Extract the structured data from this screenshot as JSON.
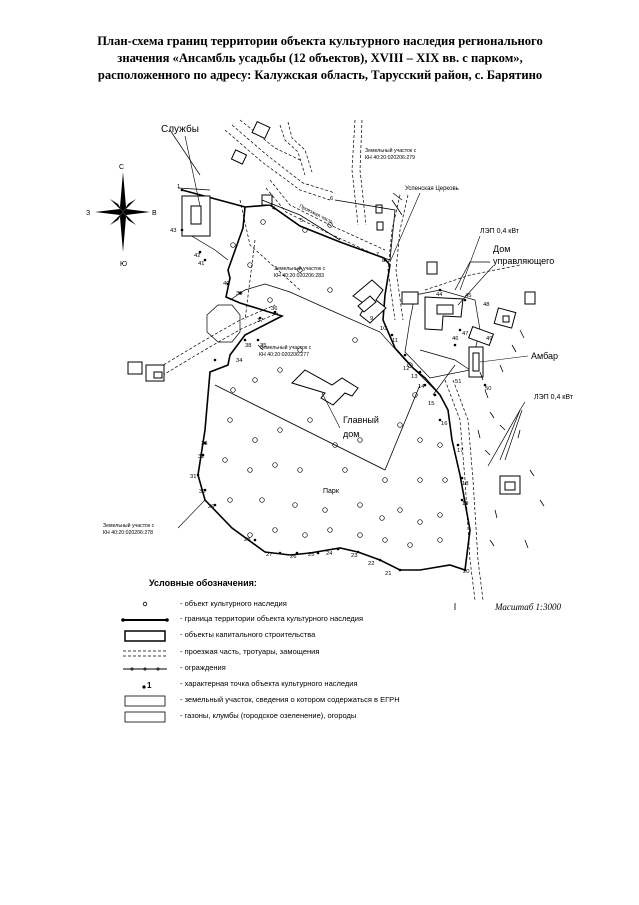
{
  "title_lines": [
    "План-схема границ территории объекта культурного наследия регионального",
    "значения «Ансамбль усадьбы (12 объектов), XVIII – XIX вв. с парком»,",
    "расположенного по адресу: Калужская область, Тарусский район, с. Барятино"
  ],
  "compass": {
    "north": "С",
    "south": "Ю",
    "west": "З",
    "east": "В"
  },
  "labels": {
    "sluzhby": "Службы",
    "plot_279_line1": "Земельный участок с",
    "plot_279_line2": "КН 40:20:020206:279",
    "church": "Успенская Церковь",
    "plot_283_line1": "Земельный участок с",
    "plot_283_line2": "КН 40:20:020206:283",
    "plot_277_line1": "Земельный участок с",
    "plot_277_line2": "КН 40:20:020206:277",
    "plot_278_line1": "Земельный участок с",
    "plot_278_line2": "КН 40:20:020206:278",
    "lep_top": "ЛЭП 0,4 кВт",
    "lep_right": "ЛЭП 0,4 кВт",
    "manager_house_line1": "Дом",
    "manager_house_line2": "управляющего",
    "ambar": "Амбар",
    "main_house_line1": "Главный",
    "main_house_line2": "дом",
    "park": "Парк",
    "road": "Проезжая часть"
  },
  "points": [
    "1",
    "43",
    "42",
    "41",
    "40",
    "39",
    "38",
    "37",
    "36",
    "35",
    "34",
    "33",
    "32",
    "31",
    "30",
    "29",
    "28",
    "27",
    "26",
    "25",
    "24",
    "23",
    "22",
    "21",
    "20",
    "19",
    "18",
    "17",
    "16",
    "15",
    "14",
    "13",
    "12",
    "11",
    "10",
    "9",
    "8",
    "7",
    "6",
    "5",
    "4",
    "3",
    "2",
    "44",
    "45",
    "46",
    "47",
    "48",
    "49",
    "50",
    "51"
  ],
  "legend": {
    "title": "Условные обозначения:",
    "items": [
      {
        "symbol": "object-point-icon",
        "text": "- объект культурного наследия"
      },
      {
        "symbol": "boundary-line-icon",
        "text": "- граница территории объекта культурного наследия"
      },
      {
        "symbol": "building-rect-icon",
        "text": "- объекты капитального строительства"
      },
      {
        "symbol": "road-dashed-icon",
        "text": "- проезжая часть, тротуары, замощения"
      },
      {
        "symbol": "fence-line-icon",
        "text": "- ограждения"
      },
      {
        "symbol": "boundary-point-icon",
        "symbol_text": "1",
        "text": "- характерная точка объекта культурного наследия"
      },
      {
        "symbol": "land-plot-rect-icon",
        "text": "- земельный участок, сведения о котором содержаться в ЕГРН"
      },
      {
        "symbol": "lawn-rect-icon",
        "text": "- газоны, клумбы (городское озеленение), огороды"
      }
    ]
  },
  "scale": "Масштаб 1:3000"
}
